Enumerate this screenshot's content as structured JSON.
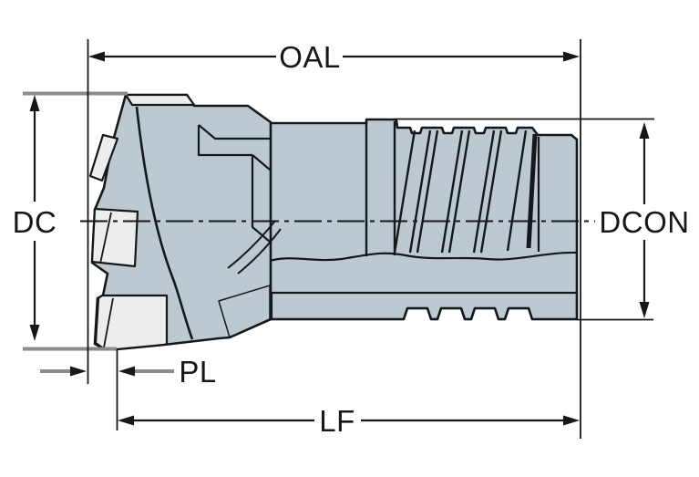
{
  "diagram": {
    "type": "technical-drawing",
    "subject": "Indexable insert drill side view with dimension annotations",
    "labels": {
      "oal": "OAL",
      "dc": "DC",
      "dcon": "DCON",
      "pl": "PL",
      "lf": "LF"
    }
  },
  "colors": {
    "background": "#ffffff",
    "body": "#bdc9d1",
    "insert": "#ededeb",
    "line": "#15181b",
    "gray": "#8a8a8a"
  }
}
